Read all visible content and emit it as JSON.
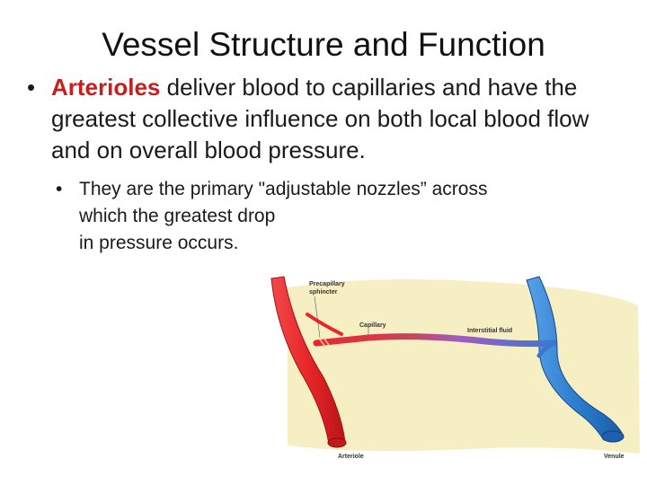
{
  "title": "Vessel Structure and Function",
  "bullet1": {
    "highlight": "Arterioles",
    "rest": " deliver blood to capillaries and have the greatest collective influence on both local blood flow and on overall blood pressure."
  },
  "bullet2": {
    "line1": "They are the primary \"adjustable nozzles” across",
    "line2": "which the greatest drop",
    "line3": "in pressure occurs."
  },
  "diagram": {
    "labels": {
      "precapillary_1": "Precapillary",
      "precapillary_2": "sphincter",
      "capillary": "Capillary",
      "interstitial": "Interstitial fluid",
      "arteriole": "Arteriole",
      "venule": "Venule"
    },
    "colors": {
      "arteriole": "#e8262a",
      "venule": "#2d7fd0",
      "capillary_mid": "#a05cc0",
      "background": "#f7efc4"
    }
  }
}
